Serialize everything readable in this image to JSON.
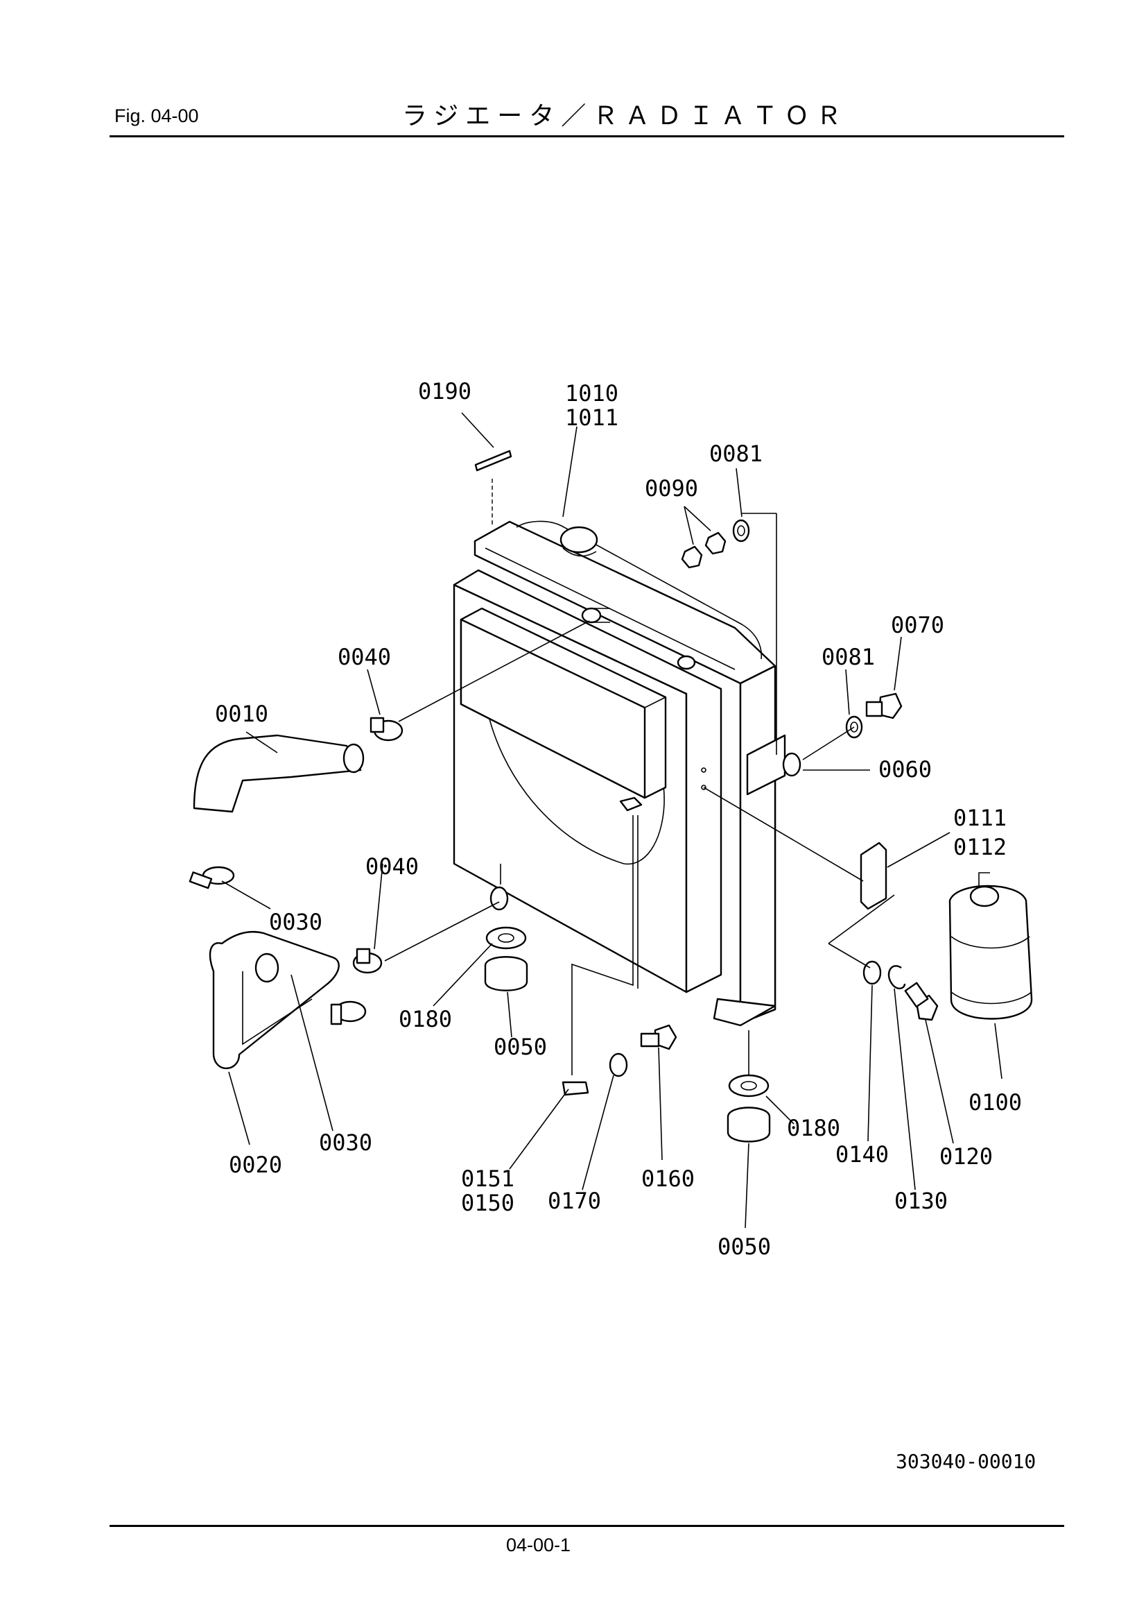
{
  "header": {
    "fig_label": "Fig.  04-00",
    "title": "ラジエータ／ＲＡＤＩＡＴＯＲ"
  },
  "footer": {
    "drawing_number": "303040-00010",
    "page_number": "04-00-1"
  },
  "parts": {
    "p0190": "0190",
    "p1010": "1010",
    "p1011": "1011",
    "p0081a": "0081",
    "p0090": "0090",
    "p0070": "0070",
    "p0081b": "0081",
    "p0040a": "0040",
    "p0010": "0010",
    "p0060": "0060",
    "p0111": "0111",
    "p0112": "0112",
    "p0040b": "0040",
    "p0030a": "0030",
    "p0180a": "0180",
    "p0050a": "0050",
    "p0100": "0100",
    "p0180b": "0180",
    "p0140": "0140",
    "p0120": "0120",
    "p0030b": "0030",
    "p0020": "0020",
    "p0151": "0151",
    "p0150": "0150",
    "p0170": "0170",
    "p0160": "0160",
    "p0130": "0130",
    "p0050b": "0050"
  }
}
